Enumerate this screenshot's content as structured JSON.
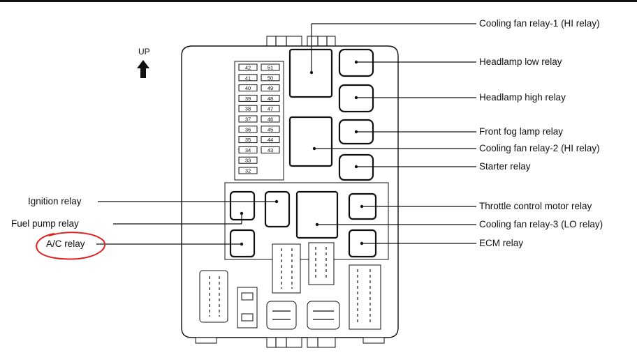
{
  "diagram": {
    "up_label": "UP",
    "labels_right": {
      "cooling_fan_relay_1": "Cooling fan relay-1 (HI relay)",
      "headlamp_low_relay": "Headlamp low relay",
      "headlamp_high_relay": "Headlamp high relay",
      "front_fog_lamp_relay": "Front fog lamp relay",
      "cooling_fan_relay_2": "Cooling fan relay-2 (HI relay)",
      "starter_relay": "Starter relay",
      "throttle_control_motor_relay": "Throttle control motor relay",
      "cooling_fan_relay_3": "Cooling fan relay-3 (LO relay)",
      "ecm_relay": "ECM relay"
    },
    "labels_left": {
      "ignition_relay": "Ignition relay",
      "fuel_pump_relay": "Fuel pump relay",
      "ac_relay": "A/C relay"
    },
    "fuses": {
      "left": [
        "42",
        "41",
        "40",
        "39",
        "38",
        "37",
        "36",
        "35",
        "34",
        "33",
        "32"
      ],
      "right": [
        "51",
        "50",
        "49",
        "48",
        "47",
        "46",
        "45",
        "44",
        "43"
      ]
    },
    "annotation_color": "#e02020"
  }
}
